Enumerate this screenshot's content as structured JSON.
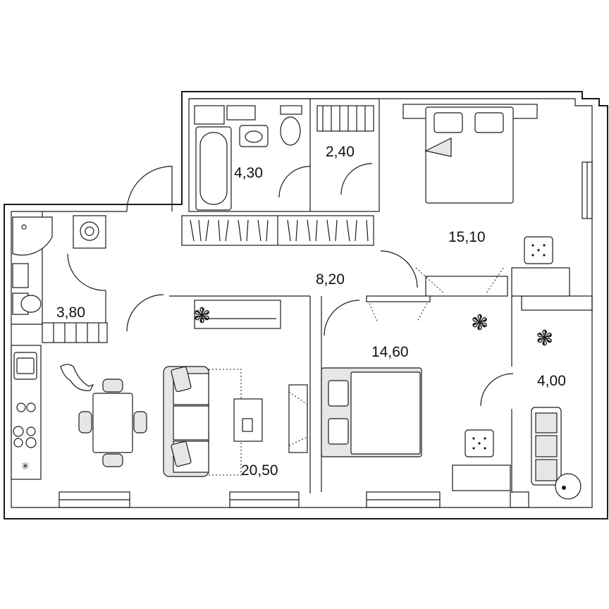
{
  "rooms": {
    "bathroom": {
      "area": "4,30"
    },
    "wardrobe": {
      "area": "2,40"
    },
    "bedroom_main": {
      "area": "15,10"
    },
    "hallway": {
      "area": "8,20"
    },
    "bathroom_small": {
      "area": "3,80"
    },
    "bedroom_second": {
      "area": "14,60"
    },
    "balcony": {
      "area": "4,00"
    },
    "living_kitchen": {
      "area": "20,50"
    }
  },
  "colors": {
    "wall": "#1a1a1a",
    "furniture_fill": "#e6e6e6",
    "background": "#ffffff"
  }
}
